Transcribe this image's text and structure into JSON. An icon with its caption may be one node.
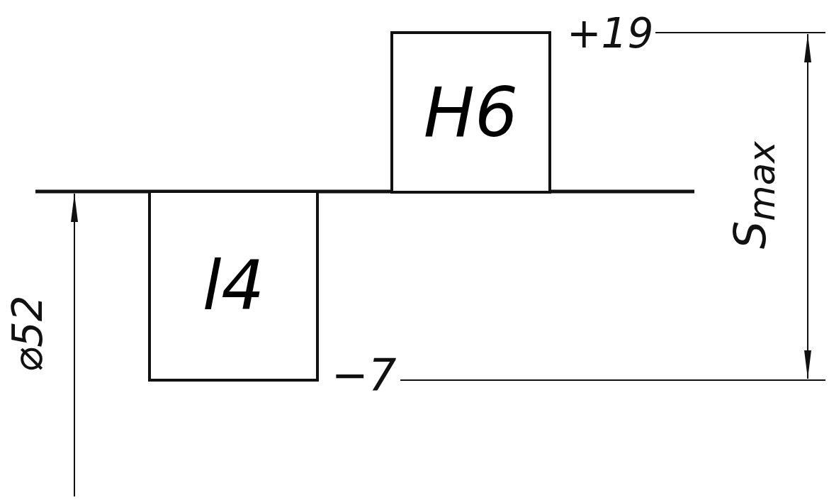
{
  "diagram": {
    "nodes": [
      {
        "text": [
          "H6"
        ]
      },
      {
        "text": [
          "l4"
        ]
      }
    ],
    "labels": [
      "+19",
      "−7",
      "S$_{max}$",
      "⌀52"
    ]
  }
}
